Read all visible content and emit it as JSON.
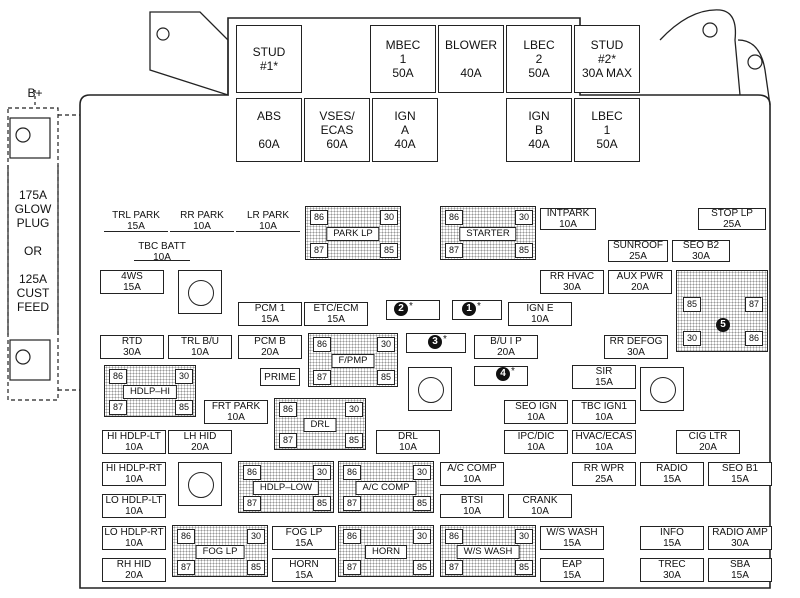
{
  "top_label": "B+",
  "side_feed": {
    "text": "175A\nGLOW\nPLUG\n\nOR\n\n125A\nCUST\nFEED"
  },
  "top_fuses": [
    {
      "id": "stud1",
      "label": "STUD\n#1*"
    },
    {
      "id": "mbec1",
      "label": "MBEC\n1\n50A"
    },
    {
      "id": "blower",
      "label": "BLOWER\n\n40A"
    },
    {
      "id": "lbec2",
      "label": "LBEC\n2\n50A"
    },
    {
      "id": "stud2",
      "label": "STUD\n#2*\n30A MAX"
    },
    {
      "id": "abs",
      "label": "ABS\n\n60A"
    },
    {
      "id": "vses",
      "label": "VSES/\nECAS\n60A"
    },
    {
      "id": "ign-a",
      "label": "IGN\nA\n40A"
    },
    {
      "id": "ign-b",
      "label": "IGN\nB\n40A"
    },
    {
      "id": "lbec1",
      "label": "LBEC\n1\n50A"
    }
  ],
  "fuses": [
    {
      "id": "trl-park",
      "label": "TRL PARK\n15A"
    },
    {
      "id": "rr-park",
      "label": "RR PARK\n10A"
    },
    {
      "id": "lr-park",
      "label": "LR PARK\n10A"
    },
    {
      "id": "tbc-batt",
      "label": "TBC BATT\n10A"
    },
    {
      "id": "4ws",
      "label": "4WS\n15A"
    },
    {
      "id": "pcm1",
      "label": "PCM 1\n15A"
    },
    {
      "id": "etc-ecm",
      "label": "ETC/ECM\n15A"
    },
    {
      "id": "ign-e",
      "label": "IGN E\n10A"
    },
    {
      "id": "intpark",
      "label": "INTPARK\n10A"
    },
    {
      "id": "stop-lp",
      "label": "STOP LP\n25A"
    },
    {
      "id": "sunroof",
      "label": "SUNROOF\n25A"
    },
    {
      "id": "seo-b2",
      "label": "SEO B2\n30A"
    },
    {
      "id": "rr-hvac",
      "label": "RR HVAC\n30A"
    },
    {
      "id": "aux-pwr",
      "label": "AUX PWR\n20A"
    },
    {
      "id": "rtd",
      "label": "RTD\n30A"
    },
    {
      "id": "trl-bu",
      "label": "TRL B/U\n10A"
    },
    {
      "id": "pcm-b",
      "label": "PCM B\n20A"
    },
    {
      "id": "bu-ip",
      "label": "B/U I P\n20A"
    },
    {
      "id": "rr-defog",
      "label": "RR DEFOG\n30A"
    },
    {
      "id": "prime",
      "label": "PRIME"
    },
    {
      "id": "sir",
      "label": "SIR\n15A"
    },
    {
      "id": "frt-park",
      "label": "FRT PARK\n10A"
    },
    {
      "id": "seo-ign",
      "label": "SEO IGN\n10A"
    },
    {
      "id": "tbc-ign1",
      "label": "TBC IGN1\n10A"
    },
    {
      "id": "hi-hdlp-lt",
      "label": "HI HDLP-LT\n10A"
    },
    {
      "id": "lh-hid",
      "label": "LH HID\n20A"
    },
    {
      "id": "drl-fuse",
      "label": "DRL\n10A"
    },
    {
      "id": "ipc-dic",
      "label": "IPC/DIC\n10A"
    },
    {
      "id": "hvac-ecas",
      "label": "HVAC/ECAS\n10A"
    },
    {
      "id": "cig-ltr",
      "label": "CIG LTR\n20A"
    },
    {
      "id": "hi-hdlp-rt",
      "label": "HI HDLP-RT\n10A"
    },
    {
      "id": "ac-comp-fuse",
      "label": "A/C COMP\n10A"
    },
    {
      "id": "rr-wpr",
      "label": "RR WPR\n25A"
    },
    {
      "id": "radio",
      "label": "RADIO\n15A"
    },
    {
      "id": "seo-b1",
      "label": "SEO B1\n15A"
    },
    {
      "id": "lo-hdlp-lt",
      "label": "LO HDLP-LT\n10A"
    },
    {
      "id": "btsi",
      "label": "BTSI\n10A"
    },
    {
      "id": "crank",
      "label": "CRANK\n10A"
    },
    {
      "id": "lo-hdlp-rt",
      "label": "LO HDLP-RT\n10A"
    },
    {
      "id": "fog-lp-fuse",
      "label": "FOG LP\n15A"
    },
    {
      "id": "ws-wash-fuse",
      "label": "W/S WASH\n15A"
    },
    {
      "id": "info",
      "label": "INFO\n15A"
    },
    {
      "id": "radio-amp",
      "label": "RADIO AMP\n30A"
    },
    {
      "id": "rh-hid",
      "label": "RH HID\n20A"
    },
    {
      "id": "horn-fuse",
      "label": "HORN\n15A"
    },
    {
      "id": "eap",
      "label": "EAP\n15A"
    },
    {
      "id": "trec",
      "label": "TREC\n30A"
    },
    {
      "id": "sba",
      "label": "SBA\n15A"
    }
  ],
  "relays": [
    {
      "id": "park-lp",
      "name": "PARK LP",
      "t86": "86",
      "t30": "30",
      "t87": "87",
      "t85": "85"
    },
    {
      "id": "starter",
      "name": "STARTER",
      "t86": "86",
      "t30": "30",
      "t87": "87",
      "t85": "85"
    },
    {
      "id": "f-pmp",
      "name": "F/PMP",
      "t86": "86",
      "t30": "30",
      "t87": "87",
      "t85": "85"
    },
    {
      "id": "hdlp-hi",
      "name": "HDLP–HI",
      "t86": "86",
      "t30": "30",
      "t87": "87",
      "t85": "85"
    },
    {
      "id": "drl",
      "name": "DRL",
      "t86": "86",
      "t30": "30",
      "t87": "87",
      "t85": "85"
    },
    {
      "id": "hdlp-low",
      "name": "HDLP–LOW",
      "t86": "86",
      "t30": "30",
      "t87": "87",
      "t85": "85"
    },
    {
      "id": "ac-comp",
      "name": "A/C COMP",
      "t86": "86",
      "t30": "30",
      "t87": "87",
      "t85": "85"
    },
    {
      "id": "fog-lp",
      "name": "FOG LP",
      "t86": "86",
      "t30": "30",
      "t87": "87",
      "t85": "85"
    },
    {
      "id": "horn",
      "name": "HORN",
      "t86": "86",
      "t30": "30",
      "t87": "87",
      "t85": "85"
    },
    {
      "id": "ws-wash",
      "name": "W/S WASH",
      "t86": "86",
      "t30": "30",
      "t87": "87",
      "t85": "85"
    },
    {
      "id": "relay5",
      "name": "",
      "t86": "",
      "t30": "30",
      "t87": "87",
      "t85": "85",
      "t86b": "86"
    }
  ],
  "markers": [
    {
      "id": "m1",
      "num": "1",
      "star": "*"
    },
    {
      "id": "m2",
      "num": "2",
      "star": "*"
    },
    {
      "id": "m3",
      "num": "3",
      "star": "*"
    },
    {
      "id": "m4",
      "num": "4",
      "star": "*"
    },
    {
      "id": "m5",
      "num": "5",
      "star": ""
    }
  ]
}
